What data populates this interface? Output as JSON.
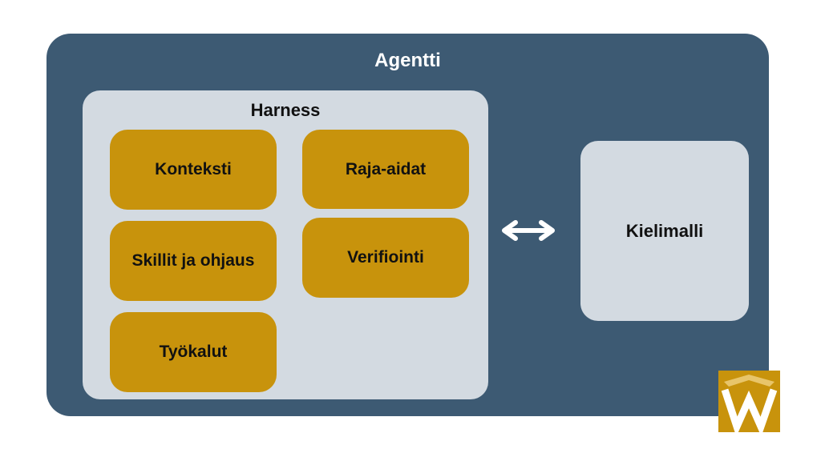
{
  "agent": {
    "title": "Agentti"
  },
  "harness": {
    "title": "Harness",
    "components": [
      {
        "label": "Konteksti"
      },
      {
        "label": "Raja-aidat"
      },
      {
        "label": "Skillit ja ohjaus"
      },
      {
        "label": "Verifiointi"
      },
      {
        "label": "Työkalut"
      }
    ]
  },
  "connector": {
    "icon": "bidirectional-arrow-icon"
  },
  "model": {
    "label": "Kielimalli"
  },
  "logo": {
    "icon": "w-logo-icon",
    "letter": "W"
  },
  "colors": {
    "agent_bg": "#3d5a73",
    "harness_bg": "#d3dae1",
    "component_bg": "#c8930c",
    "text_dark": "#111111",
    "text_light": "#ffffff"
  }
}
